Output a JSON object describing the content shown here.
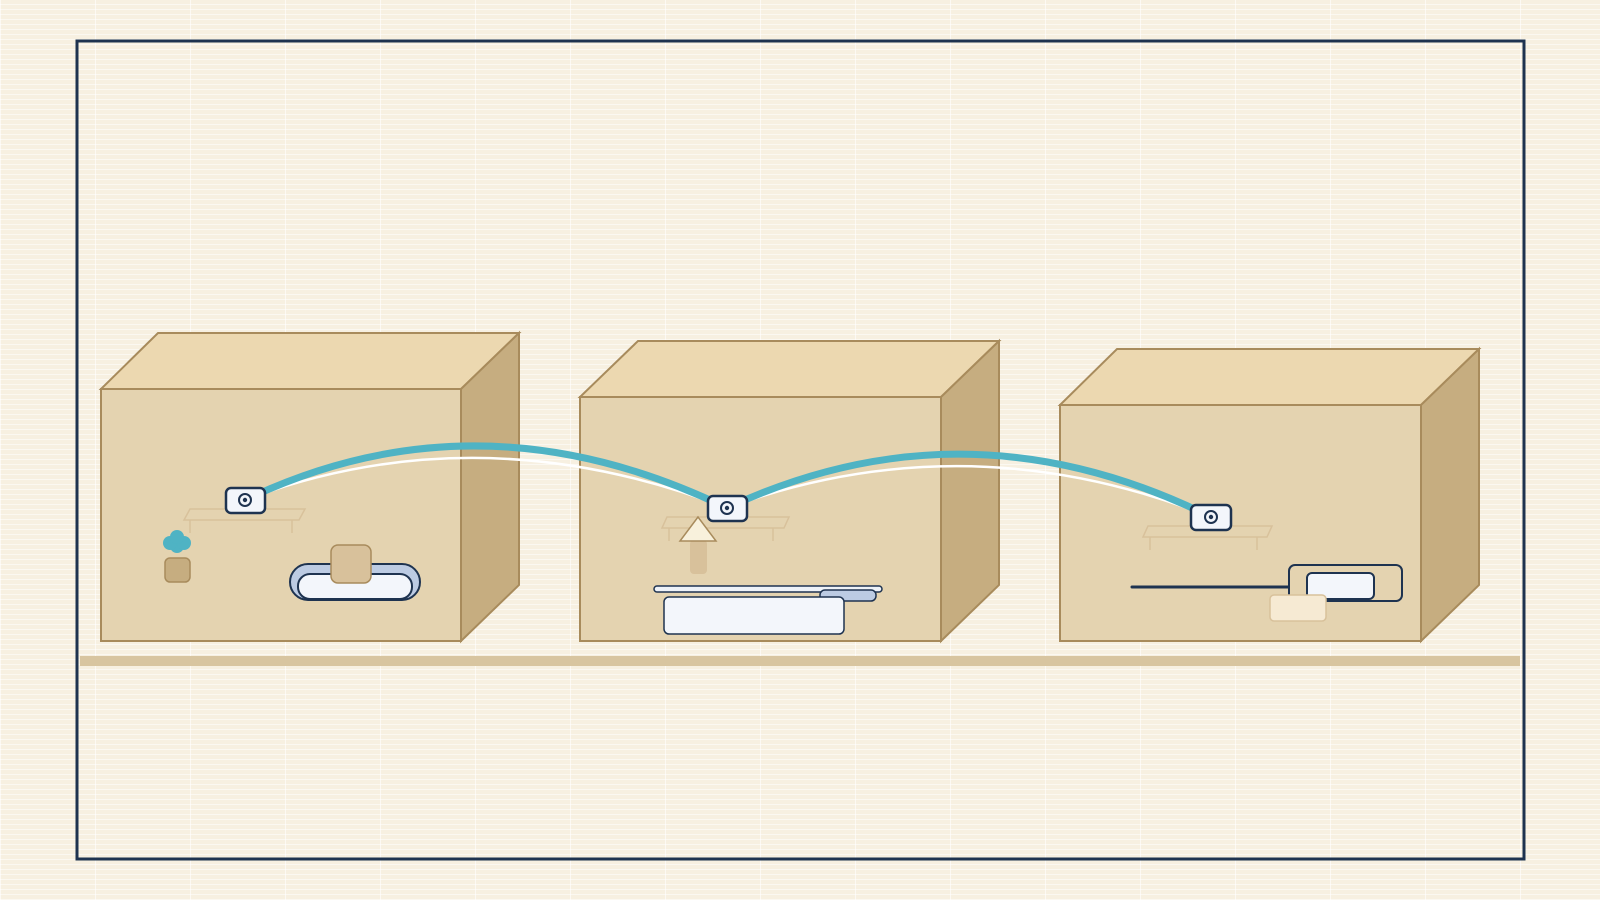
{
  "colors": {
    "background": "#f7f0e1",
    "frame": "#1e3350",
    "box_front": "#e4d3b0",
    "box_top": "#ecd8b0",
    "box_side": "#c6ad80",
    "box_edge": "#a88b5c",
    "shelf": "#d8c5a0",
    "cable": "#4fb3c4",
    "cable_highlight": "#ffffff",
    "port_fill": "#f3f6fb",
    "port_outline": "#1e3350",
    "accent_light": "#eef2f8",
    "accent_blue": "#bccbe3",
    "hint_tan": "#d8c19b"
  },
  "scene": {
    "boxes": [
      {
        "id": "box-1",
        "icon": "plant-icon",
        "feature": "rounded-slot-with-block"
      },
      {
        "id": "box-2",
        "icon": "up-arrow-icon",
        "feature": "drawer-with-rail"
      },
      {
        "id": "box-3",
        "icon": "none",
        "feature": "switch-lever"
      }
    ],
    "cable_links": [
      {
        "from": "box-1",
        "to": "box-2"
      },
      {
        "from": "box-2",
        "to": "box-3"
      }
    ]
  }
}
